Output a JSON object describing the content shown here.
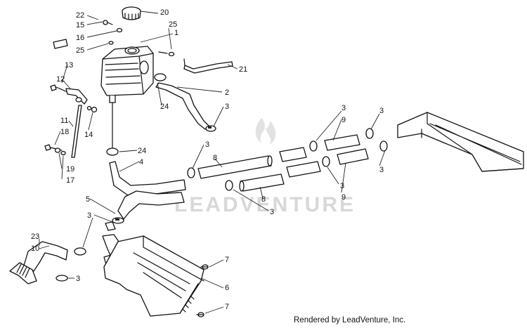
{
  "watermark": {
    "text": "LEADVENTURE"
  },
  "credit": "Rendered by LeadVenture, Inc.",
  "callouts": [
    {
      "id": "c22",
      "text": "22"
    },
    {
      "id": "c15",
      "text": "15"
    },
    {
      "id": "c16",
      "text": "16"
    },
    {
      "id": "c25a",
      "text": "25"
    },
    {
      "id": "c20",
      "text": "20"
    },
    {
      "id": "c25b",
      "text": "25"
    },
    {
      "id": "c1",
      "text": "1"
    },
    {
      "id": "c21",
      "text": "21"
    },
    {
      "id": "c13",
      "text": "13"
    },
    {
      "id": "c12",
      "text": "12"
    },
    {
      "id": "c14",
      "text": "14"
    },
    {
      "id": "c11",
      "text": "11"
    },
    {
      "id": "c18",
      "text": "18"
    },
    {
      "id": "c19",
      "text": "19"
    },
    {
      "id": "c17",
      "text": "17"
    },
    {
      "id": "c2",
      "text": "2"
    },
    {
      "id": "c3a",
      "text": "3"
    },
    {
      "id": "c24a",
      "text": "24"
    },
    {
      "id": "c24b",
      "text": "24"
    },
    {
      "id": "c4",
      "text": "4"
    },
    {
      "id": "c3b",
      "text": "3"
    },
    {
      "id": "c8a",
      "text": "8"
    },
    {
      "id": "c3c",
      "text": "3"
    },
    {
      "id": "c9a",
      "text": "9"
    },
    {
      "id": "c3d",
      "text": "3"
    },
    {
      "id": "c3e",
      "text": "3"
    },
    {
      "id": "c3f",
      "text": "3"
    },
    {
      "id": "c9b",
      "text": "9"
    },
    {
      "id": "c8b",
      "text": "8"
    },
    {
      "id": "c3g",
      "text": "3"
    },
    {
      "id": "c5",
      "text": "5"
    },
    {
      "id": "c3h",
      "text": "3"
    },
    {
      "id": "c23",
      "text": "23"
    },
    {
      "id": "c10",
      "text": "10"
    },
    {
      "id": "c7a",
      "text": "7"
    },
    {
      "id": "c6",
      "text": "6"
    },
    {
      "id": "c3i",
      "text": "3"
    },
    {
      "id": "c7b",
      "text": "7"
    }
  ]
}
